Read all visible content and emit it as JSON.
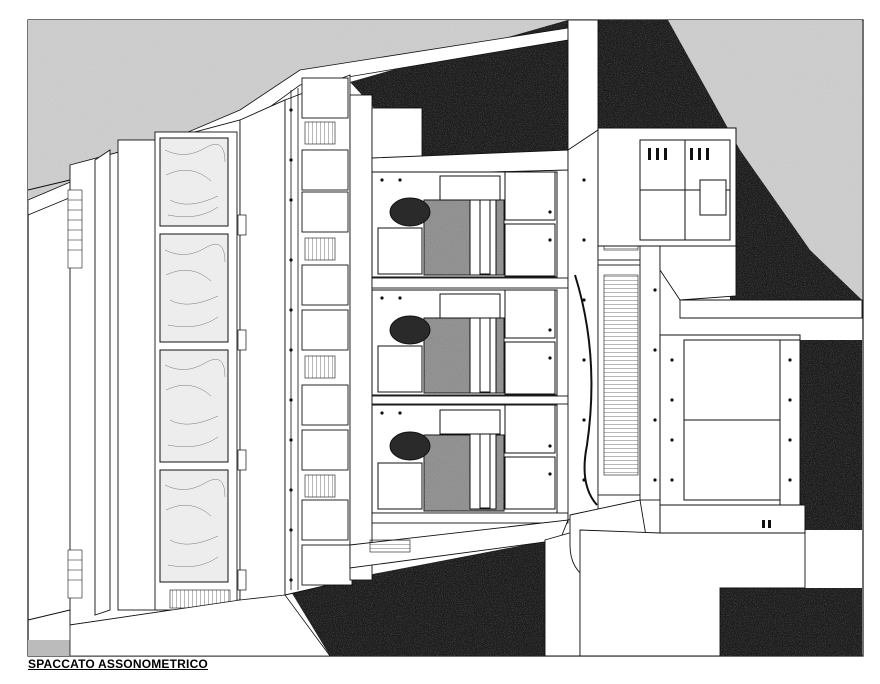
{
  "caption": "SPACCATO ASSONOMETRICO",
  "colors": {
    "ink": "#111111",
    "paper": "#ffffff",
    "light_stipple": "#cfcfcf",
    "dark_stipple": "#1c1c1c",
    "court_fill": "#8e8e8e",
    "marble": "#ededed"
  },
  "diagram": {
    "type": "axonometric-section",
    "modules": 3,
    "marble_panels": 4
  }
}
